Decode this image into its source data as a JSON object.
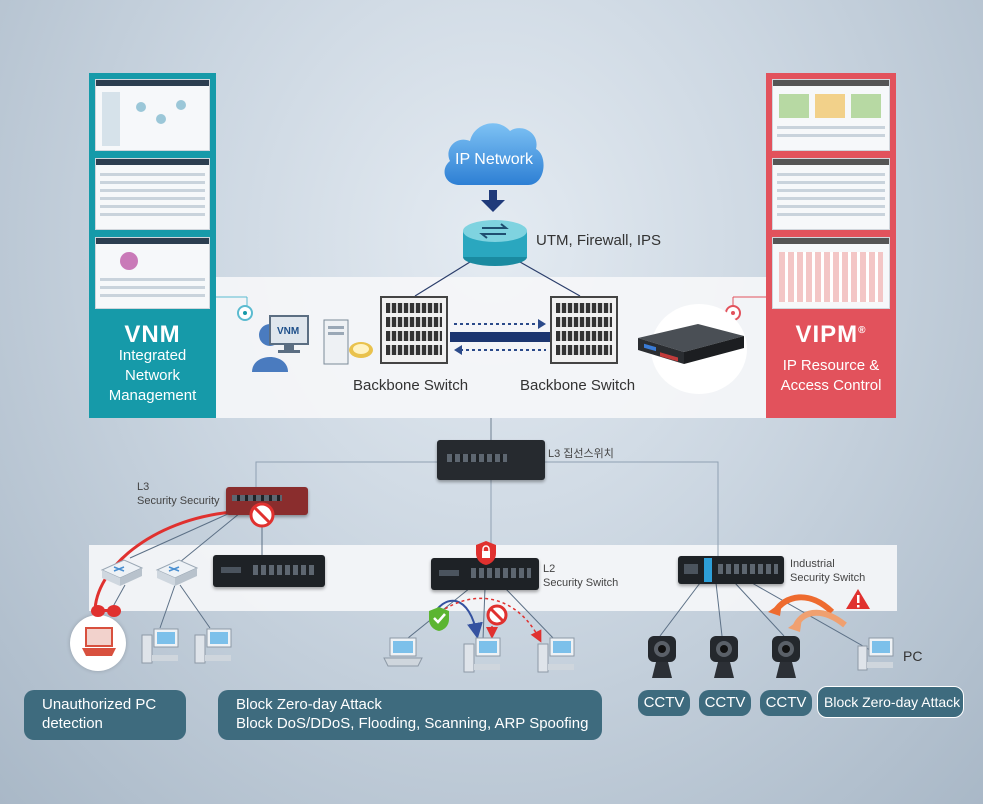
{
  "cloud": {
    "label": "IP Network"
  },
  "utm": {
    "label": "UTM, Firewall, IPS"
  },
  "vnm": {
    "logo": "VNM",
    "lines": [
      "Integrated",
      "Network",
      "Management"
    ]
  },
  "vipm": {
    "logo": "VIPM",
    "registered": "®",
    "lines": [
      "IP Resource &",
      "Access Control"
    ]
  },
  "core": {
    "left_label": "Backbone Switch",
    "right_label": "Backbone Switch",
    "vnm_screen": "VNM"
  },
  "l3_switch": {
    "label": "L3 집선스위치"
  },
  "l3_security": {
    "line1": "L3",
    "line2": "Security Security"
  },
  "l2_switch": {
    "line1": "L2",
    "line2": "Security Switch"
  },
  "industrial": {
    "line1": "Industrial",
    "line2": "Security Switch"
  },
  "pc_label": "PC",
  "callouts": {
    "unauthorized": [
      "Unauthorized PC",
      "detection"
    ],
    "block_attack": [
      "Block Zero-day Attack",
      "Block DoS/DDoS, Flooding, Scanning, ARP Spoofing"
    ],
    "block_zero_day": "Block Zero-day Attack"
  },
  "cctv_labels": [
    "CCTV",
    "CCTV",
    "CCTV"
  ],
  "colors": {
    "vnm_panel": "#169aa9",
    "vipm_panel": "#e2525c",
    "callout": "#3e6b7e",
    "block_red": "#e0312f",
    "ok_green": "#5cb531",
    "cloud_blue": "#2d7fd4"
  }
}
